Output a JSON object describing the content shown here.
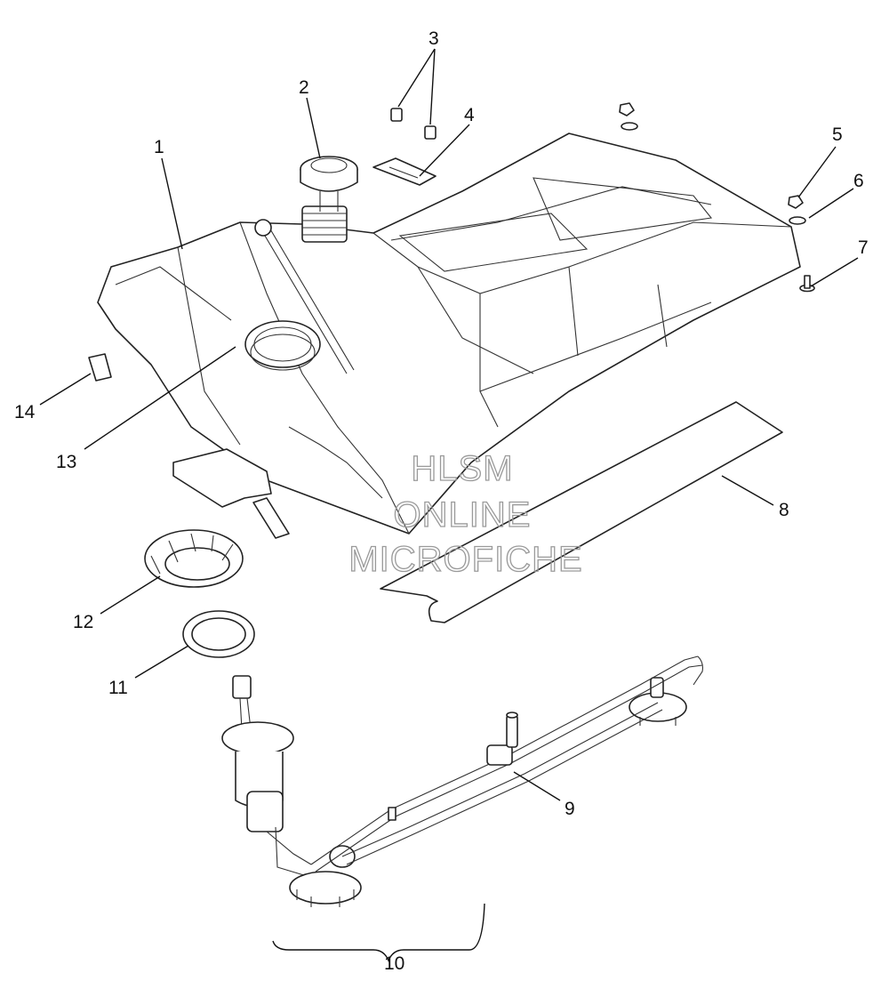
{
  "callouts": [
    {
      "id": "1",
      "label": "1"
    },
    {
      "id": "2",
      "label": "2"
    },
    {
      "id": "3",
      "label": "3"
    },
    {
      "id": "4",
      "label": "4"
    },
    {
      "id": "5",
      "label": "5"
    },
    {
      "id": "6",
      "label": "6"
    },
    {
      "id": "7",
      "label": "7"
    },
    {
      "id": "8",
      "label": "8"
    },
    {
      "id": "9",
      "label": "9"
    },
    {
      "id": "10",
      "label": "10"
    },
    {
      "id": "11",
      "label": "11"
    },
    {
      "id": "12",
      "label": "12"
    },
    {
      "id": "13",
      "label": "13"
    },
    {
      "id": "14",
      "label": "14"
    }
  ],
  "watermark": {
    "line1": "HLSM",
    "line2": "ONLINE",
    "line3": "MICROFICHE",
    "color": "#9a9a9a"
  },
  "line_color": "#222222",
  "background": "#ffffff"
}
